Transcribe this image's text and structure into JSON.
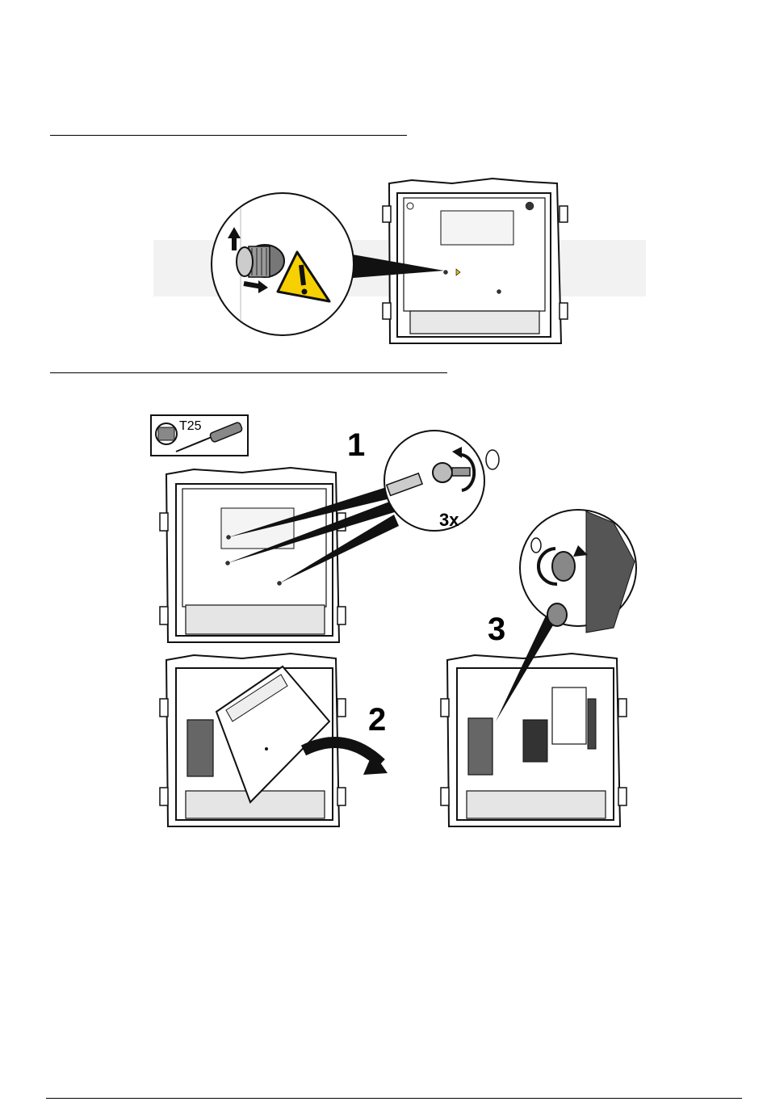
{
  "figure1": {
    "warning_icon": "warning-triangle-icon",
    "knob_icon": "knurled-knob-icon"
  },
  "figure2": {
    "tool_label": "T25",
    "tool_icon": "torx-screwdriver-icon",
    "step1": "1",
    "step1_callout": "3x",
    "step2": "2",
    "step3": "3"
  }
}
